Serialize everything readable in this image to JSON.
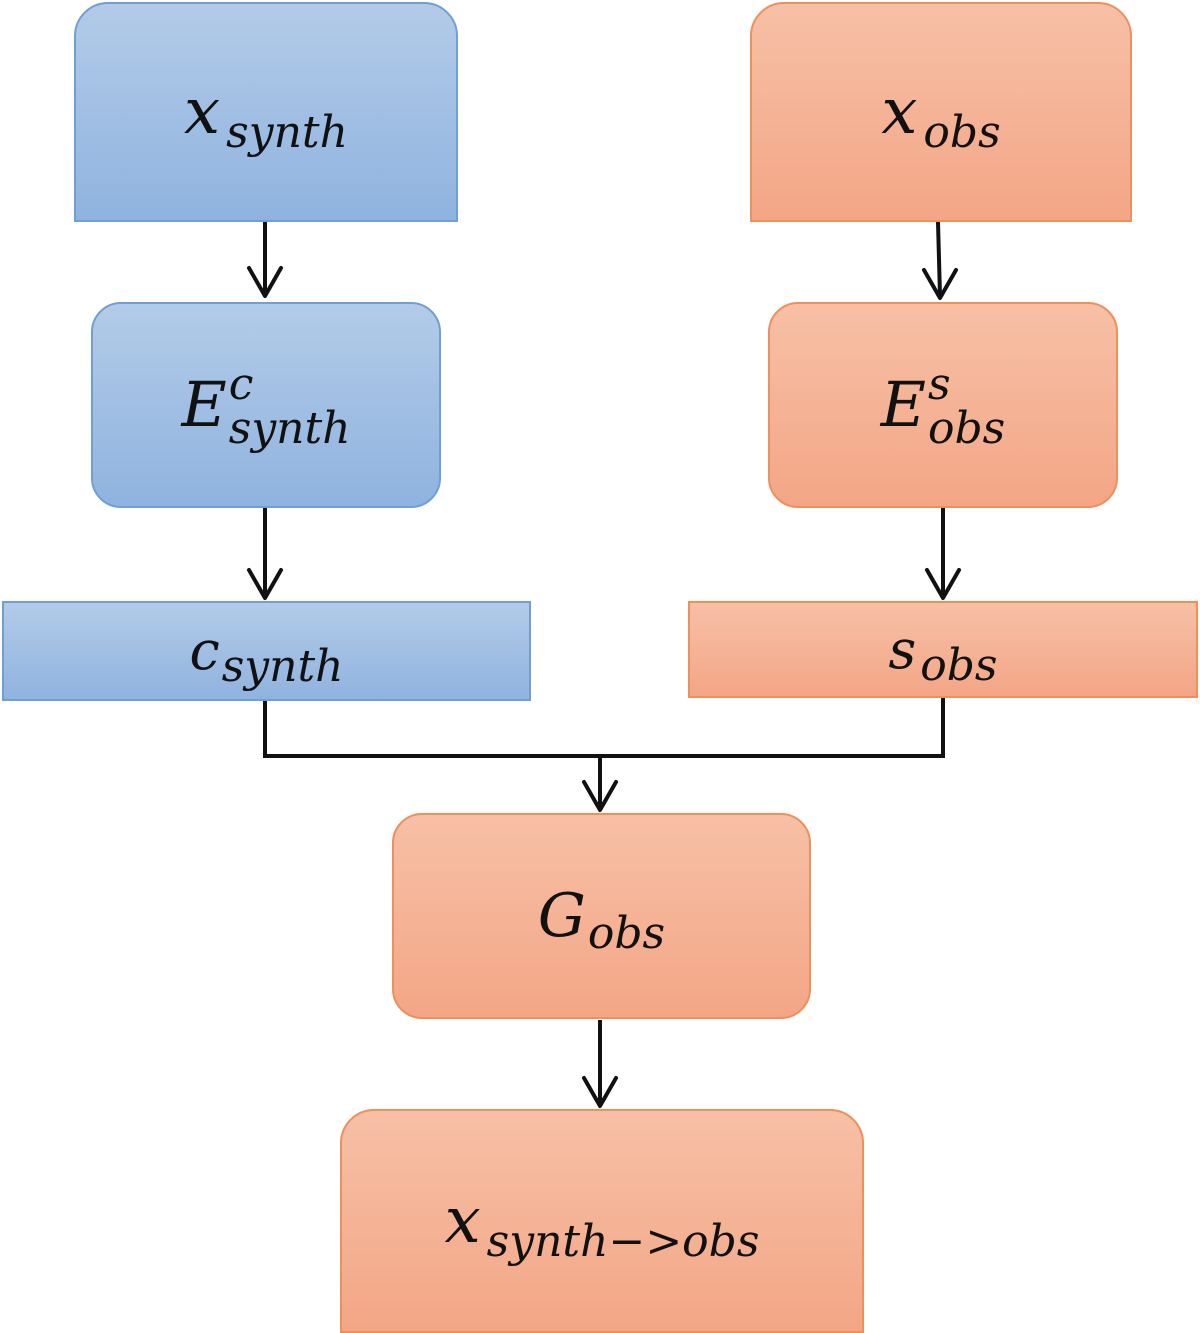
{
  "colors": {
    "blue_fill_top": "#b3cbe8",
    "blue_fill_bottom": "#8fb3df",
    "blue_border": "#6f9fd6",
    "orange_fill_top": "#f7c0a6",
    "orange_fill_bottom": "#f3a686",
    "orange_border": "#ee8f5c",
    "arrow": "#111111"
  },
  "nodes": {
    "x_synth": {
      "base": "𝑥",
      "sub": "synth"
    },
    "x_obs": {
      "base": "𝑥",
      "sub": "obs"
    },
    "e_synth": {
      "base": "E",
      "sup": "c",
      "sub": "synth"
    },
    "e_obs": {
      "base": "E",
      "sup": "s",
      "sub": "obs"
    },
    "c_synth": {
      "base": "c",
      "sub": "synth"
    },
    "s_obs": {
      "base": "s",
      "sub": "obs"
    },
    "g_obs": {
      "base": "G",
      "sub": "obs"
    },
    "x_result": {
      "base": "𝑥",
      "sub": "synth−>obs"
    }
  }
}
